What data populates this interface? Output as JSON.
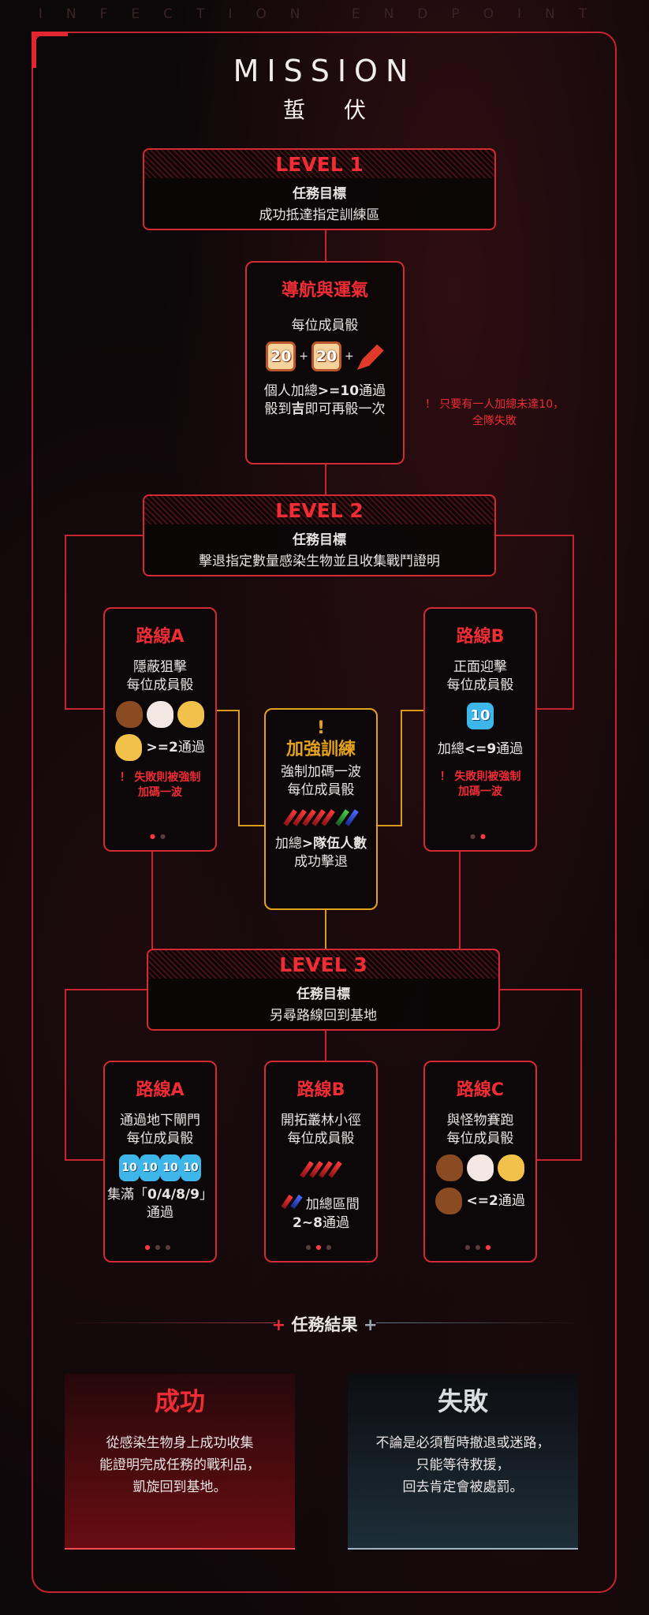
{
  "tagline": "INFECTION ENDPOINT",
  "title_en": "MISSION",
  "title_cn": "蜇 伏",
  "level1": {
    "label": "LEVEL 1",
    "objective_title": "任務目標",
    "objective": "成功抵達指定訓練區",
    "card": {
      "title": "導航與運氣",
      "line1": "每位成員骰",
      "dice1": "20",
      "dice2": "20",
      "plus": "+",
      "rule_a": "個人加總",
      "rule_b": ">=10",
      "rule_c": "通過",
      "reroll_a": "骰到",
      "reroll_b": "吉",
      "reroll_c": "即可再骰一次"
    },
    "warning_line1": "！ 只要有一人加總未達10，",
    "warning_line2": "全隊失敗"
  },
  "level2": {
    "label": "LEVEL 2",
    "objective_title": "任務目標",
    "objective": "擊退指定數量感染生物並且收集戰鬥證明",
    "route_a": {
      "title": "路線A",
      "line1": "隱蔽狙擊",
      "line2": "每位成員骰",
      "cond": ">=2",
      "cond_tail": "通過",
      "warn1": "！ 失敗則被強制",
      "warn2": "加碼一波"
    },
    "training": {
      "mark": "!",
      "title": "加強訓練",
      "line1": "強制加碼一波",
      "line2": "每位成員骰",
      "rule_a": "加總",
      "rule_b": ">隊伍人數",
      "rule_c": "成功擊退"
    },
    "route_b": {
      "title": "路線B",
      "line1": "正面迎擊",
      "line2": "每位成員骰",
      "dice": "10",
      "cond_a": "加總",
      "cond_b": "<=9",
      "cond_c": "通過",
      "warn1": "！ 失敗則被強制",
      "warn2": "加碼一波"
    }
  },
  "level3": {
    "label": "LEVEL 3",
    "objective_title": "任務目標",
    "objective": "另尋路線回到基地",
    "route_a": {
      "title": "路線A",
      "line1": "通過地下閘門",
      "line2": "每位成員骰",
      "dice": "10",
      "cond_a": "集滿「",
      "cond_b": "0/4/8/9",
      "cond_c": "」",
      "cond_d": "通過"
    },
    "route_b": {
      "title": "路線B",
      "line1": "開拓叢林小徑",
      "line2": "每位成員骰",
      "cond_a": "加總區間",
      "cond_b": "2~8",
      "cond_c": "通過"
    },
    "route_c": {
      "title": "路線C",
      "line1": "與怪物賽跑",
      "line2": "每位成員骰",
      "cond": "<=2",
      "cond_tail": "通過"
    }
  },
  "results": {
    "title": "任務結果",
    "plus": "+",
    "success": {
      "title": "成功",
      "l1": "從感染生物身上成功收集",
      "l2": "能證明完成任務的戰利品，",
      "l3": "凱旋回到基地。"
    },
    "failure": {
      "title": "失敗",
      "l1": "不論是必須暫時撤退或迷路，",
      "l2": "只能等待救援，",
      "l3": "回去肯定會被處罰。"
    }
  },
  "colors": {
    "accent": "#e2262f",
    "gold": "#e3a21c",
    "dice_blue": "#3fb6ea"
  }
}
